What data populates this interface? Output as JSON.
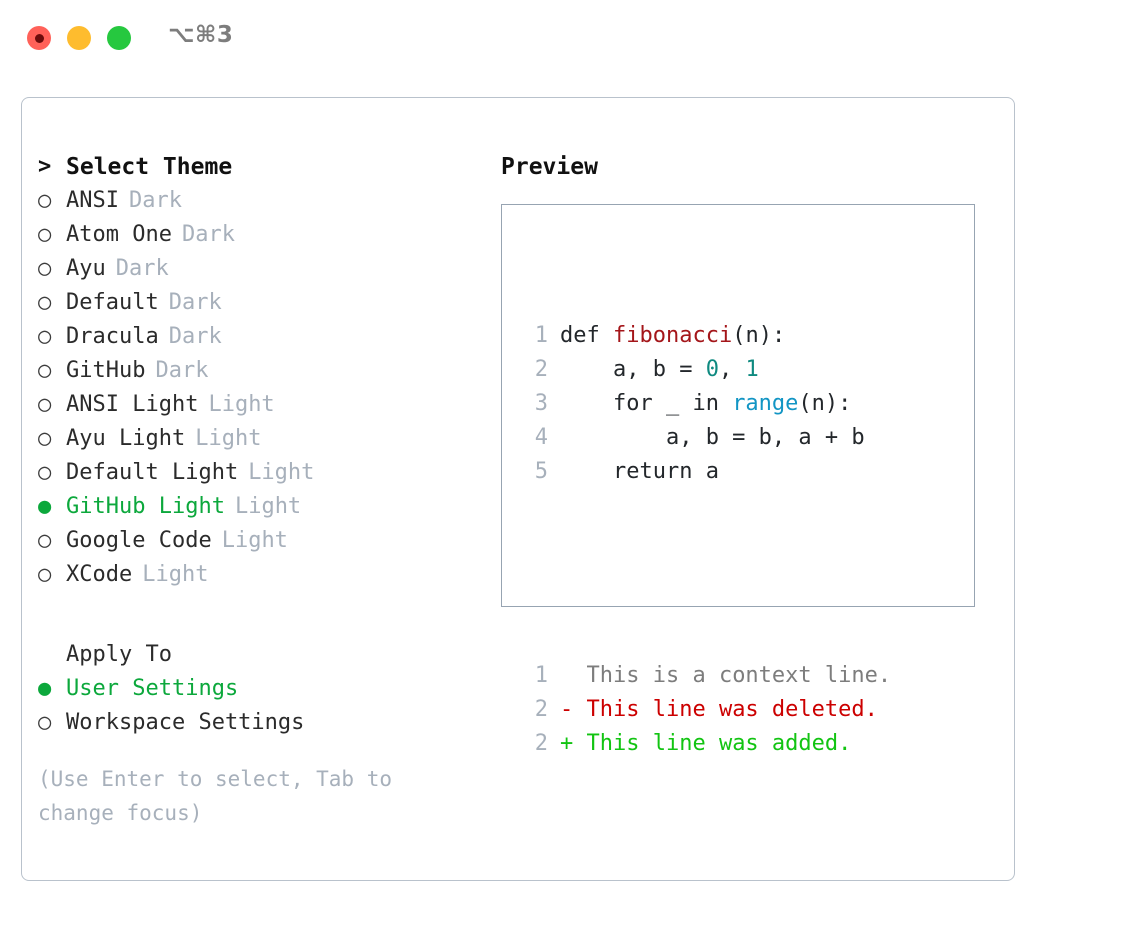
{
  "window": {
    "shortcut": "⌥⌘3",
    "traffic_lights": [
      {
        "name": "close",
        "color": "#ff6159"
      },
      {
        "name": "minimize",
        "color": "#febc2e"
      },
      {
        "name": "maximize",
        "color": "#26c83f"
      }
    ],
    "accent_selected": "#0ca83c",
    "muted": "#a7b0bb"
  },
  "theme_picker": {
    "header_marker": ">",
    "header_label": "Select Theme",
    "marker_unselected": "○",
    "marker_selected": "●",
    "items": [
      {
        "name": "ANSI",
        "variant": "Dark",
        "selected": false
      },
      {
        "name": "Atom One",
        "variant": "Dark",
        "selected": false
      },
      {
        "name": "Ayu",
        "variant": "Dark",
        "selected": false
      },
      {
        "name": "Default",
        "variant": "Dark",
        "selected": false
      },
      {
        "name": "Dracula",
        "variant": "Dark",
        "selected": false
      },
      {
        "name": "GitHub",
        "variant": "Dark",
        "selected": false
      },
      {
        "name": "ANSI Light",
        "variant": "Light",
        "selected": false
      },
      {
        "name": "Ayu Light",
        "variant": "Light",
        "selected": false
      },
      {
        "name": "Default Light",
        "variant": "Light",
        "selected": false
      },
      {
        "name": "GitHub Light",
        "variant": "Light",
        "selected": true
      },
      {
        "name": "Google Code",
        "variant": "Light",
        "selected": false
      },
      {
        "name": "XCode",
        "variant": "Light",
        "selected": false
      }
    ]
  },
  "apply_to": {
    "header_label": "Apply To",
    "options": [
      {
        "name": "User Settings",
        "selected": true
      },
      {
        "name": "Workspace Settings",
        "selected": false
      }
    ]
  },
  "hint": "(Use Enter to select, Tab to change focus)",
  "preview": {
    "title": "Preview",
    "code_lines": [
      {
        "num": "1",
        "tokens": [
          {
            "text": "def ",
            "kind": "plain"
          },
          {
            "text": "fibonacci",
            "kind": "fn"
          },
          {
            "text": "(n):",
            "kind": "plain"
          }
        ]
      },
      {
        "num": "2",
        "tokens": [
          {
            "text": "    a, b = ",
            "kind": "plain"
          },
          {
            "text": "0",
            "kind": "num"
          },
          {
            "text": ", ",
            "kind": "plain"
          },
          {
            "text": "1",
            "kind": "num"
          }
        ]
      },
      {
        "num": "3",
        "tokens": [
          {
            "text": "    for _ in ",
            "kind": "plain"
          },
          {
            "text": "range",
            "kind": "call"
          },
          {
            "text": "(n):",
            "kind": "plain"
          }
        ]
      },
      {
        "num": "4",
        "tokens": [
          {
            "text": "        a, b = b, a + b",
            "kind": "plain"
          }
        ]
      },
      {
        "num": "5",
        "tokens": [
          {
            "text": "    return a",
            "kind": "plain"
          }
        ]
      }
    ],
    "diff_lines": [
      {
        "num": "1",
        "sign": " ",
        "text": " This is a context line.",
        "kind": "context"
      },
      {
        "num": "2",
        "sign": "-",
        "text": " This line was deleted.",
        "kind": "deleted"
      },
      {
        "num": "2",
        "sign": "+",
        "text": " This line was added.",
        "kind": "added"
      }
    ]
  }
}
